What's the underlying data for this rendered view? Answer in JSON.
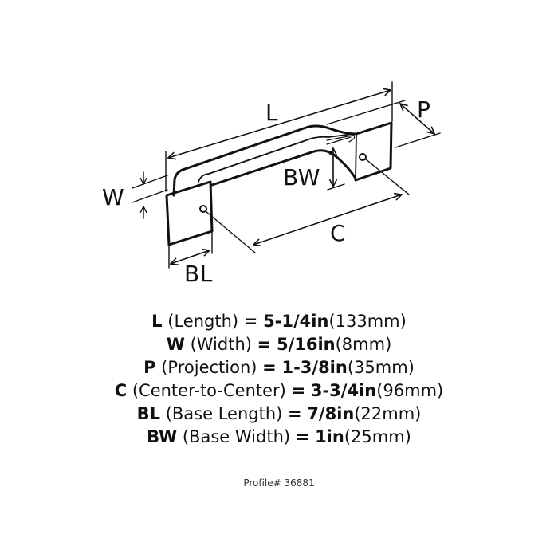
{
  "diagram": {
    "subject": "cabinet pull handle (isometric line drawing)",
    "labels": {
      "L": "L",
      "W": "W",
      "P": "P",
      "BW": "BW",
      "C": "C",
      "BL": "BL"
    },
    "line_color": "#111111"
  },
  "specs": [
    {
      "code": "L",
      "name": "(Length)",
      "eq": "=",
      "imperial": "5-1/4in",
      "metric": "(133mm)"
    },
    {
      "code": "W",
      "name": "(Width)",
      "eq": "=",
      "imperial": "5/16in",
      "metric": "(8mm)"
    },
    {
      "code": "P",
      "name": "(Projection)",
      "eq": "=",
      "imperial": "1-3/8in",
      "metric": "(35mm)"
    },
    {
      "code": "C",
      "name": "(Center-to-Center)",
      "eq": "=",
      "imperial": "3-3/4in",
      "metric": "(96mm)"
    },
    {
      "code": "BL",
      "name": "(Base Length)",
      "eq": "=",
      "imperial": "7/8in",
      "metric": "(22mm)"
    },
    {
      "code": "BW",
      "name": "(Base Width)",
      "eq": "=",
      "imperial": "1in",
      "metric": "(25mm)"
    }
  ],
  "profile": "Profile# 36881"
}
